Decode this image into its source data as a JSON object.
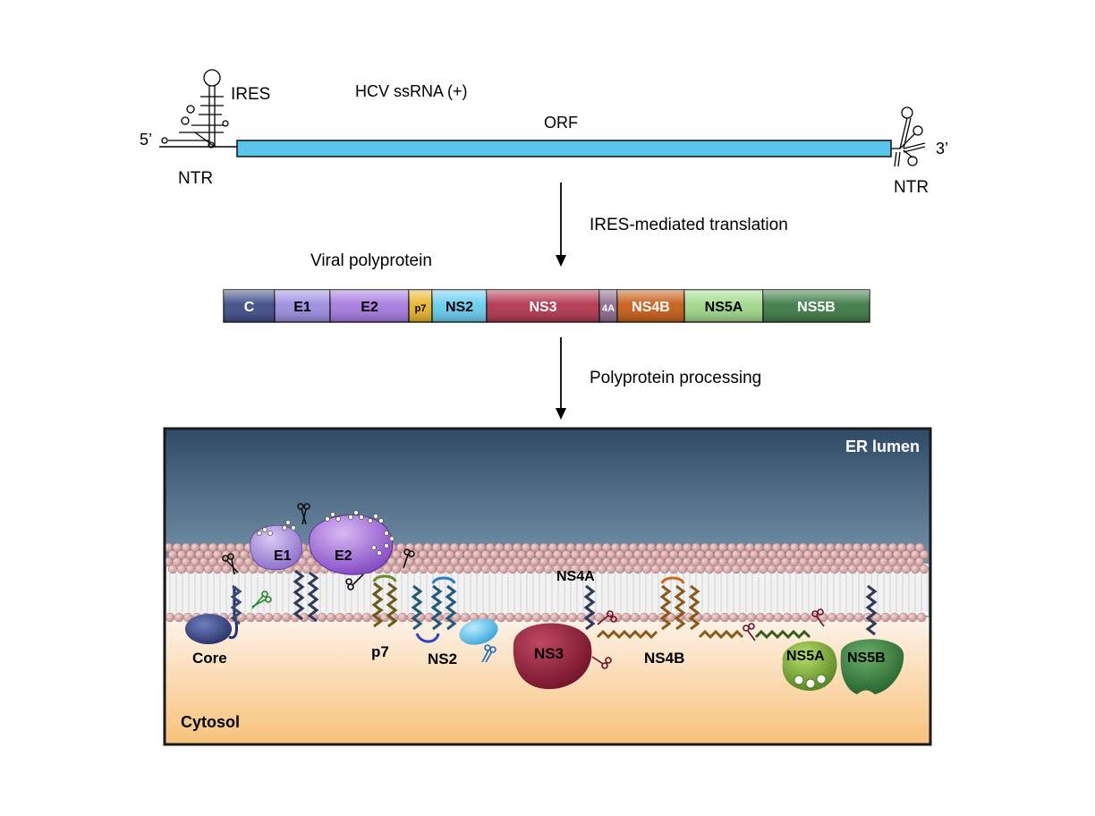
{
  "genome": {
    "five_prime": "5’",
    "three_prime": "3’",
    "ires": "IRES",
    "title": "HCV ssRNA (+)",
    "orf": "ORF",
    "ntr_left": "NTR",
    "ntr_right": "NTR"
  },
  "steps": {
    "translation": "IRES-mediated translation",
    "processing": "Polyprotein processing"
  },
  "polyprotein": {
    "label": "Viral polyprotein",
    "segments": [
      {
        "label": "C",
        "color": "#3d4c86",
        "text_color": "#ffffff"
      },
      {
        "label": "E1",
        "color": "#9b8ce0",
        "text_color": "#000000"
      },
      {
        "label": "E2",
        "color": "#a57ae0",
        "text_color": "#000000"
      },
      {
        "label": "p7",
        "color": "#e8b427",
        "text_color": "#000000"
      },
      {
        "label": "NS2",
        "color": "#67cdf0",
        "text_color": "#000000"
      },
      {
        "label": "NS3",
        "color": "#b2334d",
        "text_color": "#ffffff"
      },
      {
        "label": "4A",
        "color": "#8c6a8c",
        "text_color": "#ffffff"
      },
      {
        "label": "NS4B",
        "color": "#c85c15",
        "text_color": "#ffffff"
      },
      {
        "label": "NS5A",
        "color": "#9fd98a",
        "text_color": "#000000"
      },
      {
        "label": "NS5B",
        "color": "#3d7a45",
        "text_color": "#ffffff"
      }
    ]
  },
  "membrane_panel": {
    "er_lumen": "ER lumen",
    "cytosol": "Cytosol",
    "proteins": {
      "core": "Core",
      "e1": "E1",
      "e2": "E2",
      "p7": "p7",
      "ns2": "NS2",
      "ns3": "NS3",
      "ns4a": "NS4A",
      "ns4b": "NS4B",
      "ns5a": "NS5A",
      "ns5b": "NS5B"
    }
  }
}
